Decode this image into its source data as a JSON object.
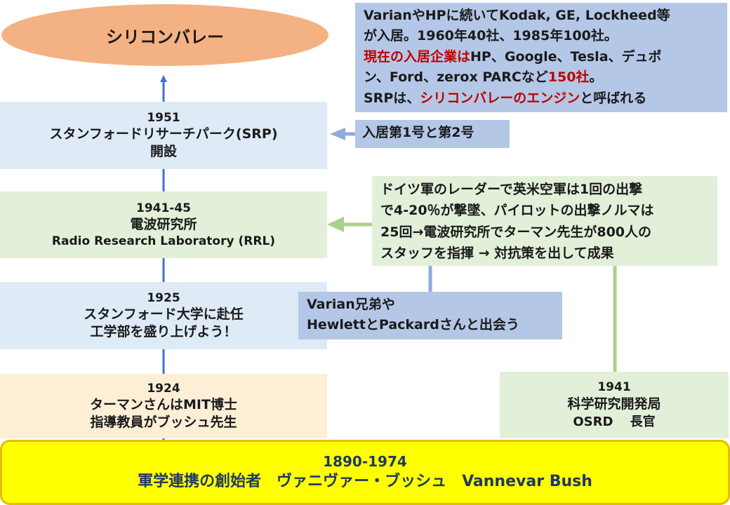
{
  "goal": "シリコンバレー",
  "timeline": {
    "srp": {
      "year": "1951",
      "line1": "スタンフォードリサーチパーク(SRP)",
      "line2": "開設"
    },
    "rrl": {
      "year": "1941-45",
      "line1": "電波研究所",
      "line2": "Radio Research Laboratory (RRL)"
    },
    "stanford": {
      "year": "1925",
      "line1": "スタンフォード大学に赴任",
      "line2": "工学部を盛り上げよう！"
    },
    "mit": {
      "year": "1924",
      "line1": "ターマンさんはMIT博士",
      "line2": "指導教員がブッシュ先生"
    }
  },
  "bush": {
    "years": "1890-1974",
    "title": "軍学連携の創始者　ヴァニヴァー・ブッシュ　Vannevar Bush"
  },
  "notes": {
    "srp_tenants": {
      "line1": "VarianやHPに続いてKodak, GE, Lockheed等",
      "line2": "が入居。1960年40社、1985年100社。",
      "line3_red1": "現在の入居企業は",
      "line3_rest": "HP、Google、Tesla、デュポ",
      "line4_a": "ン、Ford、zerox PARCなど",
      "line4_red": "150社",
      "line4_b": "。",
      "line5_a": "SRPは、",
      "line5_red": "シリコンバレーのエンジン",
      "line5_b": "と呼ばれる"
    },
    "first_tenants": "入居第1号と第2号",
    "radar": {
      "line1": "ドイツ軍のレーダーで英米空軍は1回の出撃",
      "line2": "で4-20％が撃墜、パイロットの出撃ノルマは",
      "line3": "25回→電波研究所でターマン先生が800人の",
      "line4": "スタッフを指揮 → 対抗策を出して成果"
    },
    "varian": {
      "line1": "Varian兄弟や",
      "line2": "HewlettとPackardさんと出会う"
    },
    "osrd": {
      "year": "1941",
      "line1": "科学研究開発局",
      "line2": "OSRD　 長官"
    }
  },
  "colors": {
    "blue_line": "#4472c4",
    "green_line": "#a9d18e",
    "blue_note_line": "#8faadc",
    "ellipse": "#f4b183",
    "bush_box": "#ffff00"
  }
}
